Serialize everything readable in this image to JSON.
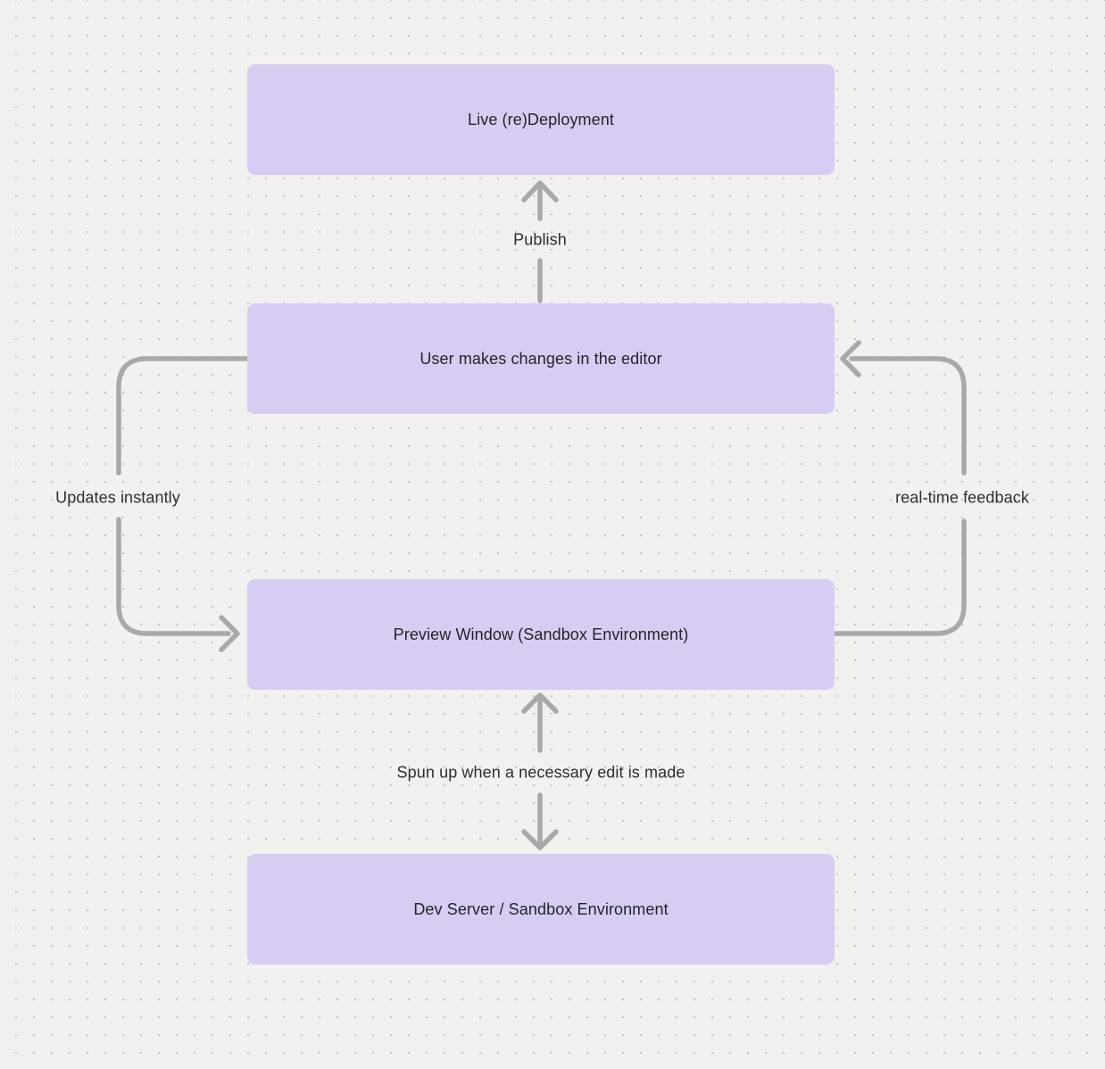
{
  "diagram": {
    "type": "flowchart",
    "nodes": [
      {
        "id": "live-deployment",
        "label": "Live (re)Deployment"
      },
      {
        "id": "user-changes",
        "label": "User makes changes in the editor"
      },
      {
        "id": "preview-window",
        "label": "Preview Window (Sandbox Environment)"
      },
      {
        "id": "dev-server",
        "label": "Dev Server / Sandbox Environment"
      }
    ],
    "edges": [
      {
        "from": "user-changes",
        "to": "live-deployment",
        "label": "Publish",
        "style": "straight-up"
      },
      {
        "from": "user-changes",
        "to": "preview-window",
        "label": "Updates instantly",
        "style": "left-loop"
      },
      {
        "from": "preview-window",
        "to": "user-changes",
        "label": "real-time feedback",
        "style": "right-loop"
      },
      {
        "from": "preview-window",
        "to": "dev-server",
        "label": "Spun up when a necessary edit is made",
        "style": "bidirectional"
      }
    ],
    "colors": {
      "node_fill": "#d7cdf3",
      "node_text": "#232329",
      "arrow": "#a9a9a9",
      "edge_label_text": "#2e2e32",
      "canvas_background": "#f2f1ef",
      "grid_dot": "#c7c7c7"
    }
  }
}
